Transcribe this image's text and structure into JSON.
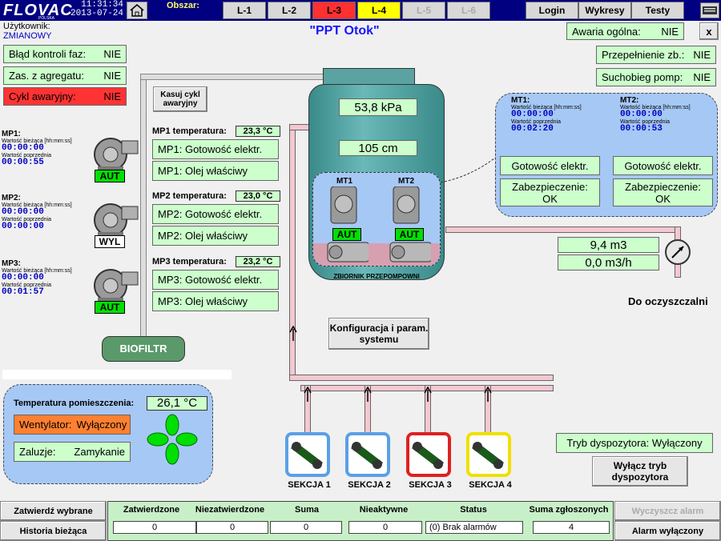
{
  "topbar": {
    "logo": "FLOVAC",
    "logo_sub": "POLSKA",
    "time": "11:31:34",
    "date": "2013-07-24",
    "obszar_label": "Obszar:",
    "lines": [
      "L-1",
      "L-2",
      "L-3",
      "L-4",
      "L-5",
      "L-6"
    ],
    "login": "Login",
    "charts": "Wykresy",
    "tests": "Testy"
  },
  "header": {
    "user_label": "Użytkownik:",
    "user_value": "ZMIANOWY",
    "title": "\"PPT  Otok\"",
    "general_fault_label": "Awaria ogólna:",
    "general_fault_value": "NIE",
    "close": "x"
  },
  "status_left": [
    {
      "label": "Błąd kontroli faz:",
      "value": "NIE"
    },
    {
      "label": "Zas. z agregatu:",
      "value": "NIE"
    },
    {
      "label": "Cykl awaryjny:",
      "value": "NIE"
    }
  ],
  "status_right": [
    {
      "label": "Przepełnienie zb.:",
      "value": "NIE"
    },
    {
      "label": "Suchobieg pomp:",
      "value": "NIE"
    }
  ],
  "reset_cycle": "Kasuj cykl awaryjny",
  "pumps": [
    {
      "name": "MP1:",
      "cur_label": "Wartość bieżąca [hh:mm:ss]",
      "cur": "00:00:00",
      "prev_label": "Wartość poprzednia",
      "prev": "00:00:55",
      "mode": "AUT",
      "temp_label": "MP1 temperatura:",
      "temp": "23,3 °C",
      "ready": "MP1: Gotowość elektr.",
      "oil": "MP1: Olej właściwy"
    },
    {
      "name": "MP2:",
      "cur_label": "Wartość bieżąca [hh:mm:ss]",
      "cur": "00:00:00",
      "prev_label": "Wartość poprzednia",
      "prev": "00:00:00",
      "mode": "WYL",
      "temp_label": "MP2 temperatura:",
      "temp": "23,0 °C",
      "ready": "MP2: Gotowość elektr.",
      "oil": "MP2: Olej właściwy"
    },
    {
      "name": "MP3:",
      "cur_label": "Wartość bieżąca [hh:mm:ss]",
      "cur": "00:00:00",
      "prev_label": "Wartość poprzednia",
      "prev": "00:01:57",
      "mode": "AUT",
      "temp_label": "MP3 temperatura:",
      "temp": "23,2 °C",
      "ready": "MP3: Gotowość elektr.",
      "oil": "MP3: Olej właściwy"
    }
  ],
  "biofilter": "BIOFILTR",
  "tank": {
    "pressure": "53,8 kPa",
    "level": "105 cm",
    "label": "ZBIORNIK PRZEPOMPOWNI",
    "mt1": "MT1",
    "mt2": "MT2",
    "mt1_mode": "AUT",
    "mt2_mode": "AUT"
  },
  "mt_panel": {
    "mt1": {
      "name": "MT1:",
      "cur_label": "Wartość bieżąca [hh:mm:ss]",
      "cur": "00:00:00",
      "prev_label": "Wartość poprzednia",
      "prev": "00:02:20",
      "ready": "Gotowość elektr.",
      "protection": "Zabezpieczenie:",
      "protection_value": "OK"
    },
    "mt2": {
      "name": "MT2:",
      "cur_label": "Wartość bieżąca [hh:mm:ss]",
      "cur": "00:00:00",
      "prev_label": "Wartość poprzednia",
      "prev": "00:00:53",
      "ready": "Gotowość elektr.",
      "protection": "Zabezpieczenie:",
      "protection_value": "OK"
    }
  },
  "flow": {
    "volume": "9,4 m3",
    "rate": "0,0 m3/h",
    "destination": "Do oczyszczalni"
  },
  "config_button": "Konfiguracja i param. systemu",
  "room": {
    "temp_label": "Temperatura pomieszczenia:",
    "temp": "26,1 °C",
    "fan_label": "Wentylator:",
    "fan_value": "Wyłączony",
    "shutters_label": "Zaluzje:",
    "shutters_value": "Zamykanie"
  },
  "sections": [
    {
      "name": "SEKCJA 1",
      "color": "#5aa0e6"
    },
    {
      "name": "SEKCJA 2",
      "color": "#5aa0e6"
    },
    {
      "name": "SEKCJA 3",
      "color": "#e02020"
    },
    {
      "name": "SEKCJA 4",
      "color": "#f0e000"
    }
  ],
  "dispatcher": {
    "status": "Tryb dyspozytora:  Wyłączony",
    "button": "Wyłącz tryb dyspozytora"
  },
  "alarms": {
    "confirm_selected": "Zatwierdź wybrane",
    "history": "Historia bieżąca",
    "columns": [
      "Zatwierdzone",
      "Niezatwierdzone",
      "Suma",
      "Nieaktywne",
      "Status",
      "Suma zgłoszonych"
    ],
    "values": [
      "0",
      "0",
      "0",
      "0",
      "(0) Brak alarmów",
      "4"
    ],
    "clear": "Wyczyszcz alarm",
    "alarm_off": "Alarm wyłączony"
  },
  "colors": {
    "accent_blue": "#000080",
    "green_box": "#ccffcc",
    "alarm_red": "#ff3333",
    "panel_blue": "#a6c8f5"
  }
}
